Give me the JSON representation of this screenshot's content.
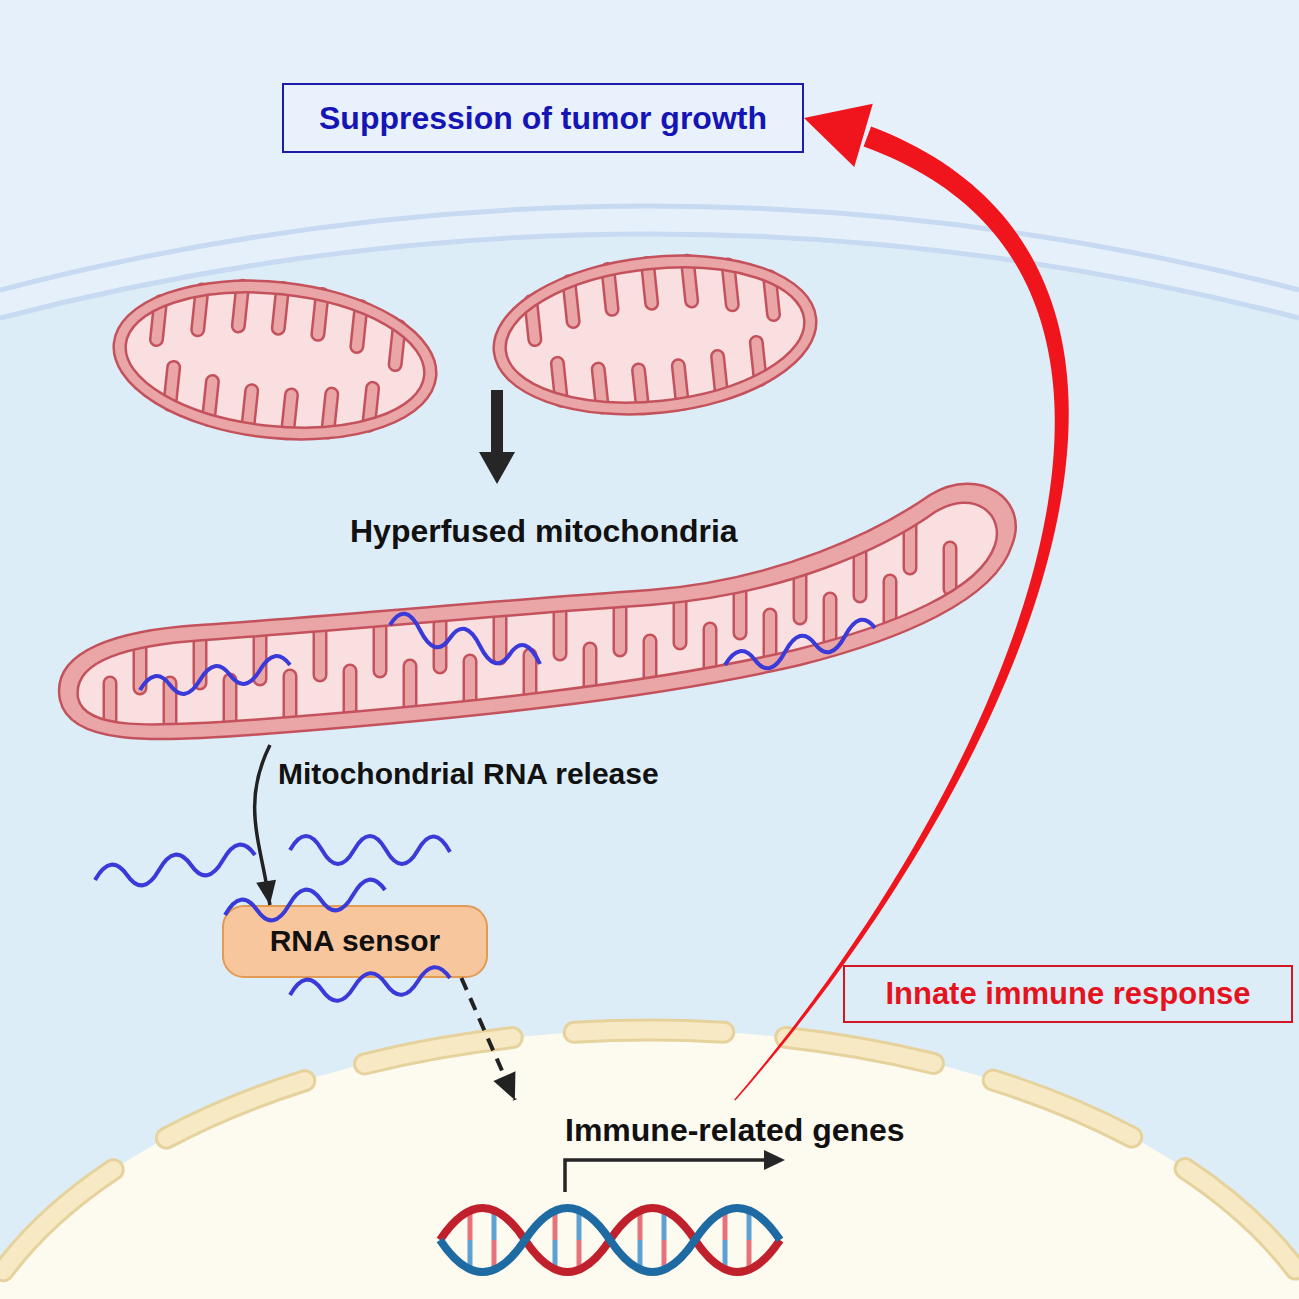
{
  "diagram": {
    "nodes": [
      {
        "text": [
          "Suppression of tumor growth"
        ]
      },
      {
        "text": [
          "Hyperfused mitochondria"
        ]
      },
      {
        "text": [
          "RNA sensor"
        ]
      },
      {
        "text": [
          "Innate immune response"
        ]
      },
      {
        "text": [
          "Immune-related genes"
        ]
      }
    ],
    "edges": [
      {
        "from": 1,
        "to": 2,
        "label": "Mitochondrial RNA release",
        "arrow": "to"
      },
      {
        "from": 2,
        "to": 4,
        "arrow": "to"
      },
      {
        "from": 4,
        "to": 0,
        "arrow": "to"
      }
    ]
  }
}
